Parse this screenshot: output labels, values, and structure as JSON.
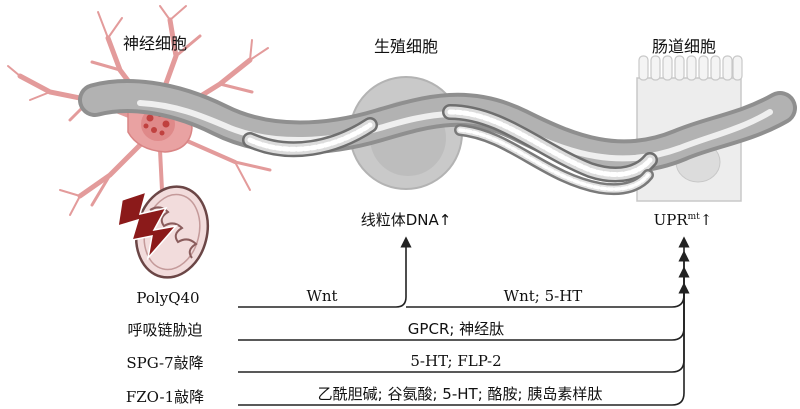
{
  "cells": {
    "neuron": "神经细胞",
    "germline": "生殖细胞",
    "intestine": "肠道细胞"
  },
  "outcomes": {
    "mtdna": "线粒体DNA↑",
    "uprmt_base": "UPR",
    "uprmt_sup": "mt",
    "uprmt_arrow": "↑"
  },
  "stressors": [
    "PolyQ40",
    "呼吸链胁迫",
    "SPG-7敲降",
    "FZO-1敲降"
  ],
  "signals": {
    "polyq_to_germline": "Wnt",
    "polyq_to_intestine": "Wnt; 5-HT",
    "respiratory": "GPCR; 神经肽",
    "spg7": "5-HT; FLP-2",
    "fzo1": "乙酰胆碱; 谷氨酸; 5-HT; 酪胺; 胰岛素样肽"
  },
  "colors": {
    "neuron": "#e9a2a2",
    "neuron_nucleus": "#c9504f",
    "worm_body": "#9a9a9a",
    "germline_cell": "#c9c9c9",
    "intestine": "#ededed",
    "mito": "#f3dede",
    "lightning": "#8b1a1a",
    "line": "#222222"
  },
  "icons": [
    "neuron-cell-icon",
    "worm-body-icon",
    "germline-cell-icon",
    "intestinal-cell-icon",
    "mitochondrion-icon",
    "lightning-bolt-icon"
  ]
}
